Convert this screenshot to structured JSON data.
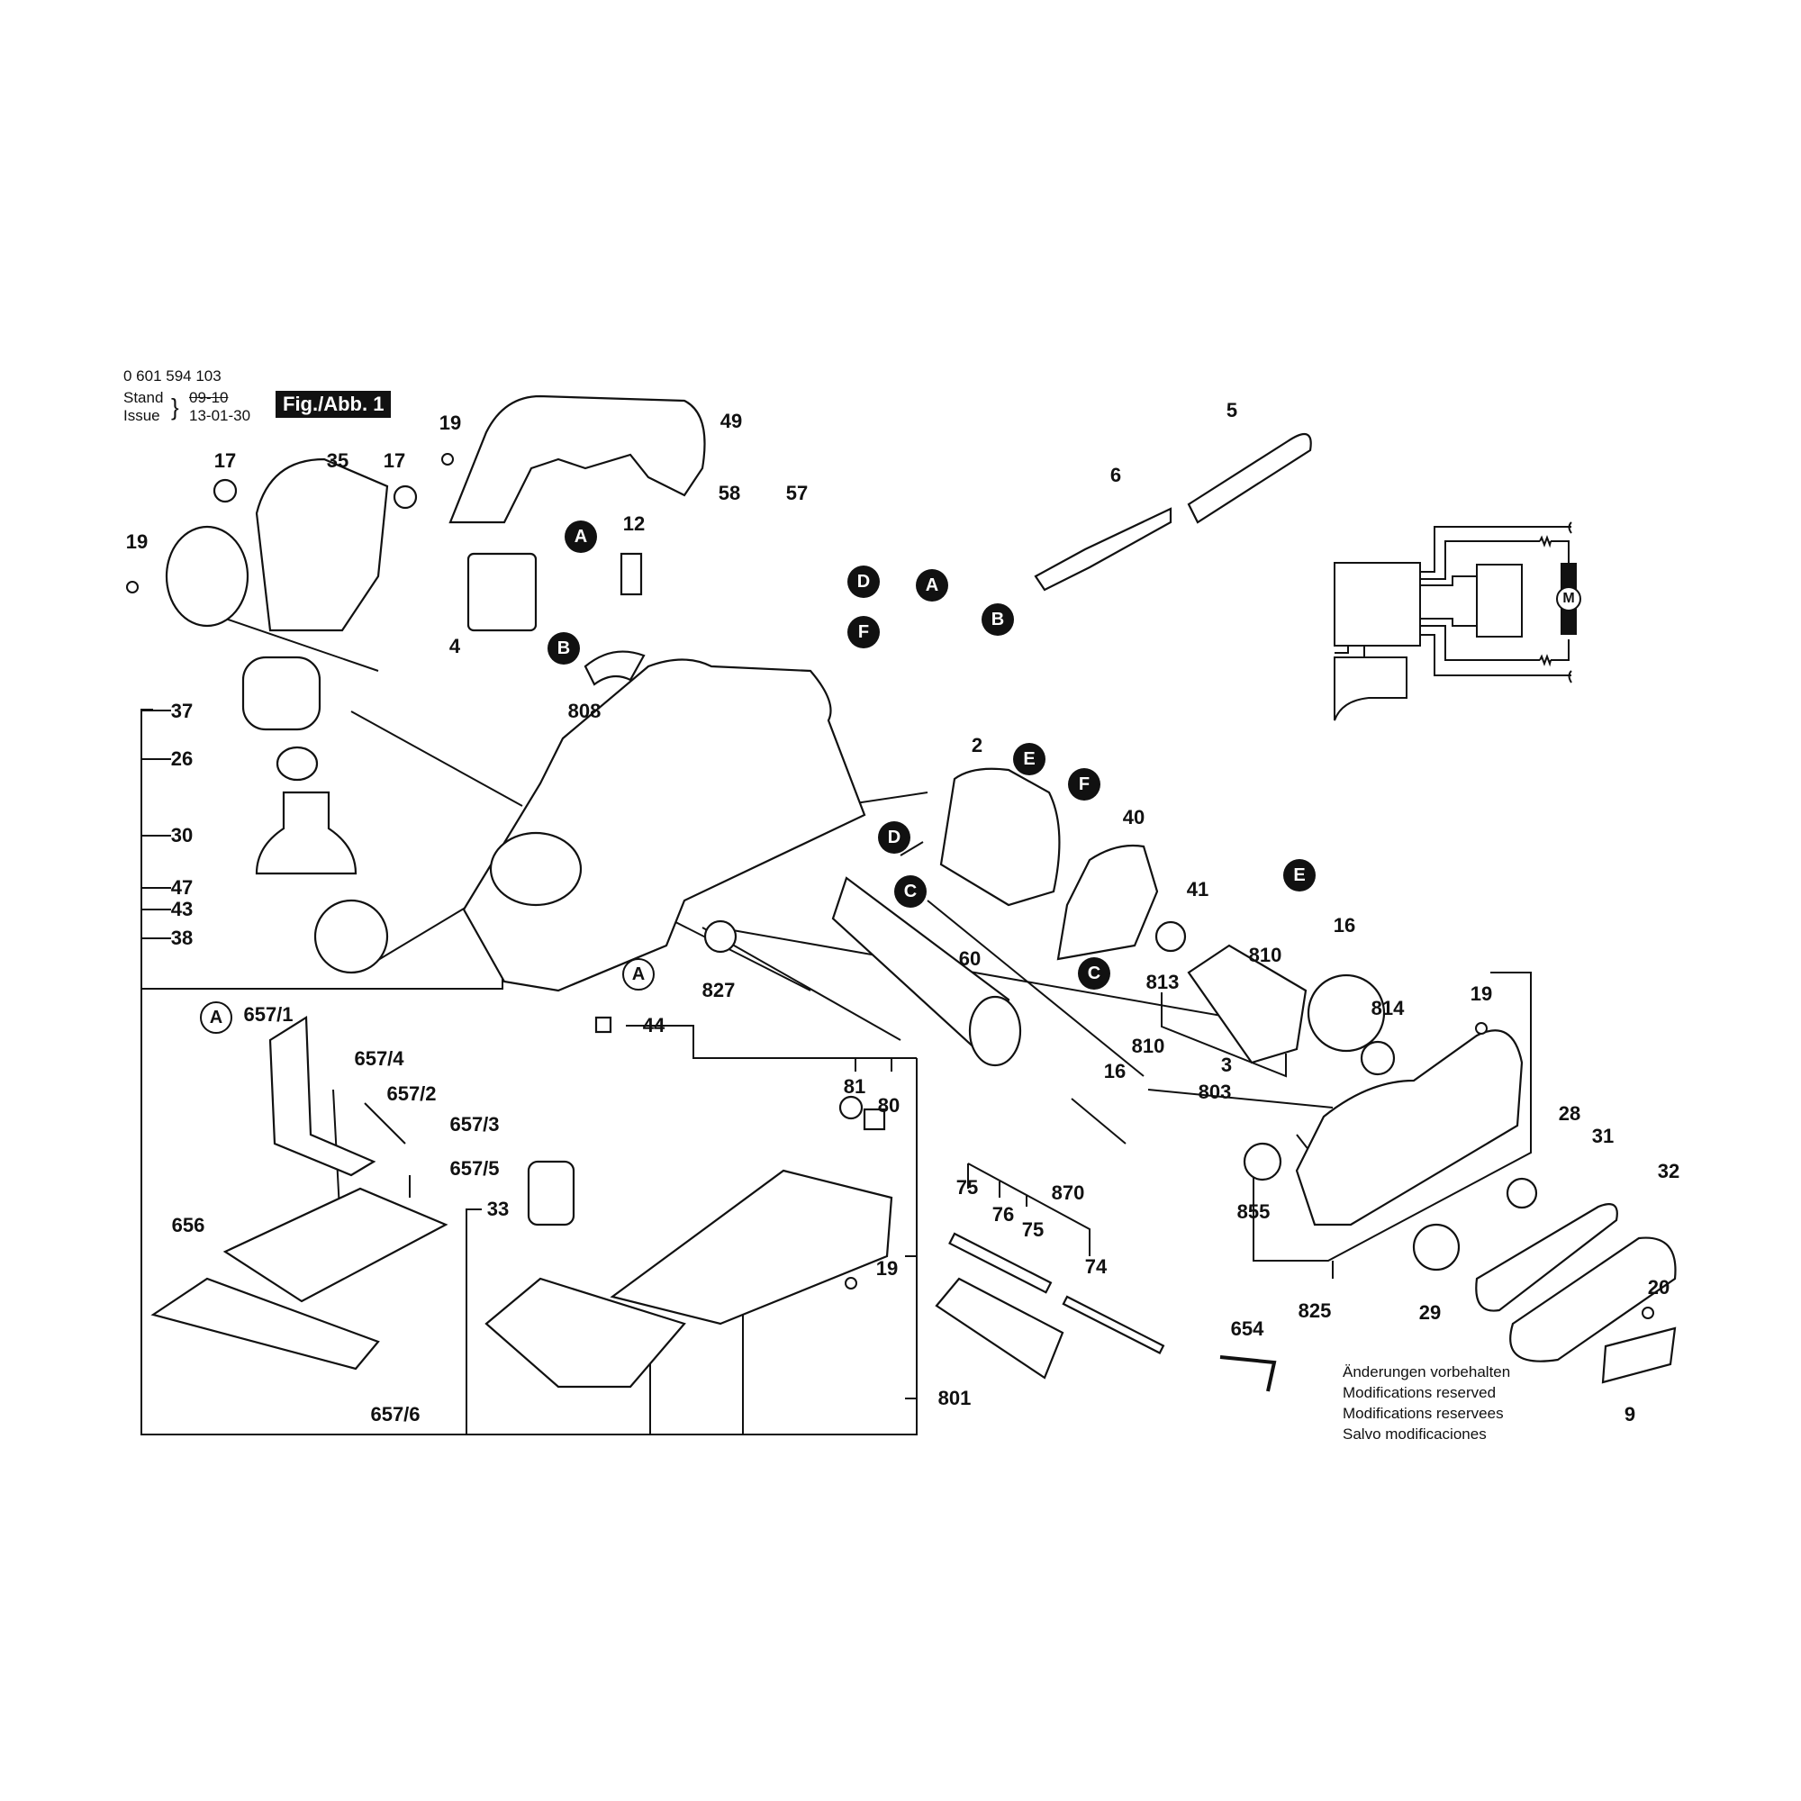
{
  "header": {
    "part_number": "0 601 594 103",
    "stand_label": "Stand",
    "issue_label": "Issue",
    "stand_value_struck": "09-10",
    "issue_value": "13-01-30",
    "figure_label": "Fig./Abb. 1"
  },
  "part_labels": {
    "p19a": "19",
    "p49": "49",
    "p5": "5",
    "p6": "6",
    "p17a": "17",
    "p35": "35",
    "p17b": "17",
    "p58": "58",
    "p57": "57",
    "p19b": "19",
    "p12": "12",
    "p4": "4",
    "p808": "808",
    "p37": "37",
    "p26": "26",
    "p30": "30",
    "p47": "47",
    "p43": "43",
    "p38": "38",
    "p2": "2",
    "p40": "40",
    "p41": "41",
    "p16a": "16",
    "p810a": "810",
    "p827": "827",
    "p60": "60",
    "p813": "813",
    "p810b": "810",
    "p16b": "16",
    "p3": "3",
    "p803": "803",
    "p814": "814",
    "p19c": "19",
    "p657_1": "657/1",
    "p657_4": "657/4",
    "p657_2": "657/2",
    "p657_3": "657/3",
    "p657_5": "657/5",
    "p656": "656",
    "p657_6": "657/6",
    "p44": "44",
    "p81": "81",
    "p80": "80",
    "p33": "33",
    "p19d": "19",
    "p801": "801",
    "p75a": "75",
    "p76": "76",
    "p75b": "75",
    "p870": "870",
    "p74": "74",
    "p855": "855",
    "p825": "825",
    "p28": "28",
    "p31": "31",
    "p32": "32",
    "p29": "29",
    "p20": "20",
    "p654": "654",
    "p9": "9"
  },
  "connectors": {
    "a1": "A",
    "b1": "B",
    "d1": "D",
    "f1": "F",
    "a2": "A",
    "b2": "B",
    "e1": "E",
    "f2": "F",
    "d2": "D",
    "c1": "C",
    "e2": "E",
    "c2": "C",
    "a3": "A",
    "a4": "A"
  },
  "schematic": {
    "motor_label": "M"
  },
  "notes": {
    "de": "Änderungen vorbehalten",
    "en": "Modifications reserved",
    "fr": "Modifications reservees",
    "es": "Salvo modificaciones"
  },
  "colors": {
    "ink": "#111111",
    "paper": "#ffffff"
  }
}
